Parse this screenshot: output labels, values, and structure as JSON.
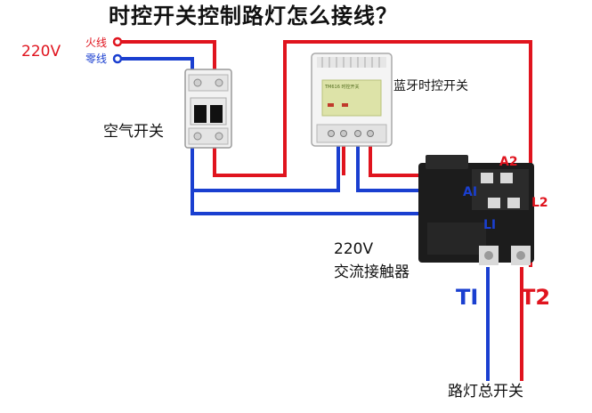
{
  "title": "时控开关控制路灯怎么接线？",
  "supply_voltage": "220V",
  "live_wire": "火线",
  "neutral_wire": "零线",
  "air_switch": "空气开关",
  "bluetooth_timer": "蓝牙时控开关",
  "timer_screen_text": "TM616 时控开关",
  "contactor_voltage": "220V",
  "contactor_name": "交流接触器",
  "terminals": {
    "a2": "A2",
    "a1": "AI",
    "l2": "L2",
    "l1": "LI",
    "t1": "TI",
    "t2": "T2"
  },
  "main_switch": "路灯总开关",
  "colors": {
    "live": "#e0141e",
    "neutral": "#1a3fd0",
    "device": "#f1f1f1",
    "contactor": "#1c1c1c",
    "screen": "#dde3a8"
  }
}
